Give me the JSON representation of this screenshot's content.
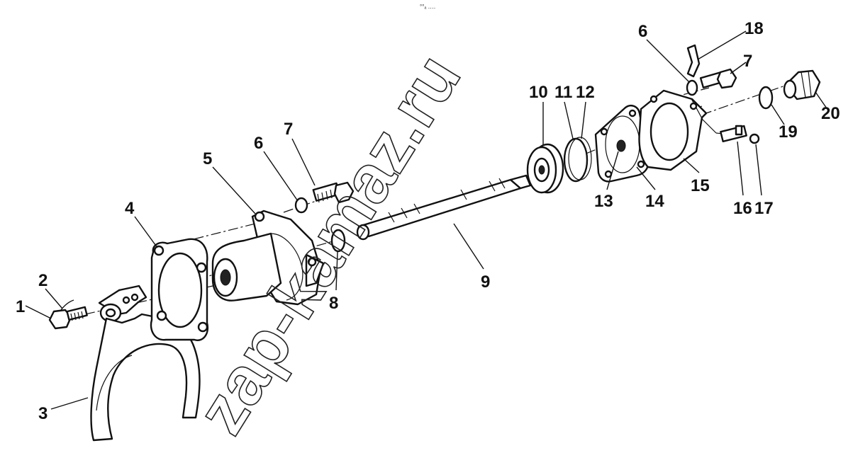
{
  "diagram": {
    "header_mark": "°°ₐ ‥‥",
    "watermark": "zap-kamaz.ru",
    "callouts": [
      "1",
      "2",
      "3",
      "4",
      "5",
      "6",
      "7",
      "8",
      "9",
      "10",
      "11",
      "12",
      "13",
      "14",
      "15",
      "16",
      "17",
      "18",
      "6",
      "7",
      "19",
      "20"
    ],
    "colors": {
      "ink": "#111111",
      "paper": "#ffffff"
    }
  }
}
